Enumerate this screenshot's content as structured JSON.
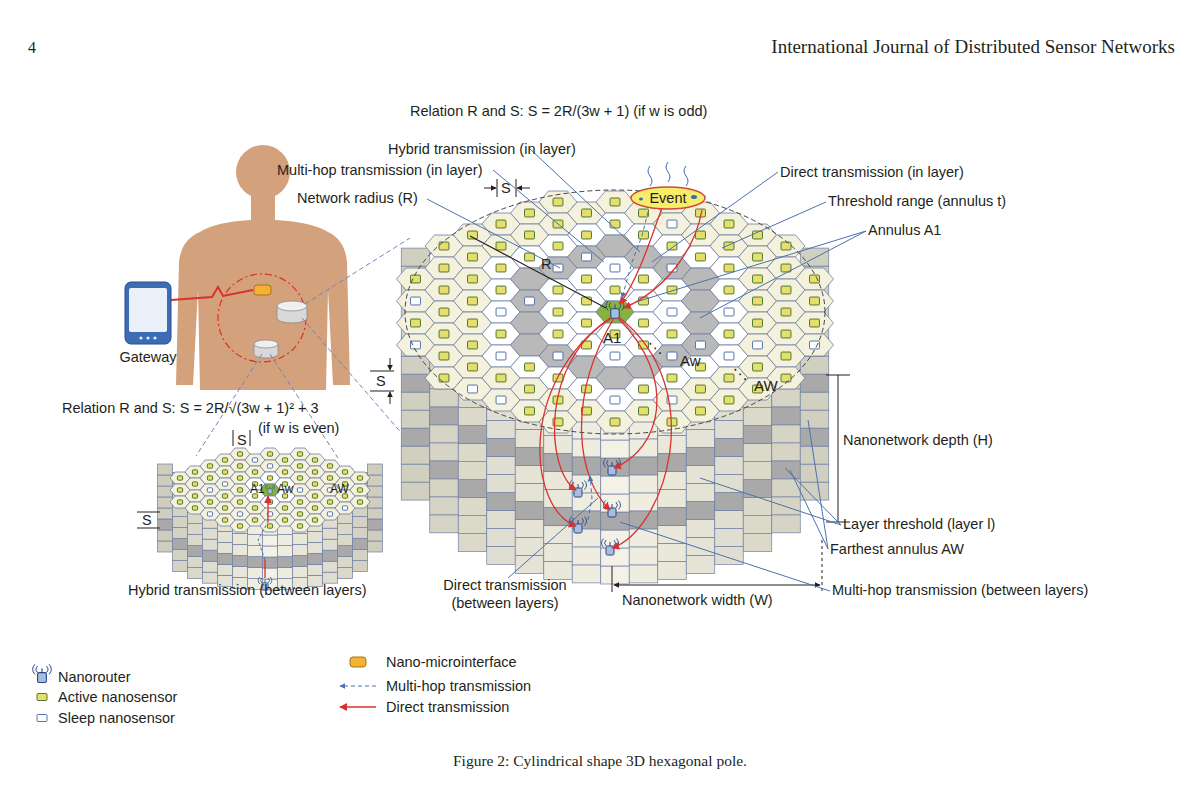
{
  "diagram": {
    "caption": "Figure 2: Cylindrical shape 3D hexagonal pole.",
    "nodes": [
      {
        "text": [
          "Event"
        ]
      },
      {
        "text": [
          "Gateway"
        ]
      }
    ],
    "labels": [
      "4",
      "International Journal of Distributed Sensor Networks",
      "Relation R and S: S = 2R/(3w + 1) (if w is odd)",
      "Hybrid transmission (in layer)",
      "Multi-hop transmission (in layer)",
      "S",
      "Network radius (R)",
      "Direct transmission (in layer)",
      "Threshold range (annulus t)",
      "Annulus A1",
      "R",
      "A1",
      "⋱",
      "Aw",
      "⋱",
      "AW",
      "S",
      "Relation R and S: S = 2R/√(3w + 1)² + 3",
      "(if w is even)",
      "S",
      "A1",
      "Aw",
      "AW",
      "S",
      "Nanonetwork depth (H)",
      "Layer threshold (layer l)",
      "Farthest annulus AW",
      "Hybrid transmission (between layers)",
      "Direct transmission (between layers)",
      "Nanonetwork width (W)",
      "Multi-hop transmission (between layers)"
    ],
    "legend": [
      {
        "text": "Nanorouter"
      },
      {
        "text": "Active nanosensor"
      },
      {
        "text": "Sleep nanosensor"
      },
      {
        "text": "Nano-microinterface"
      },
      {
        "text": "Multi-hop transmission"
      },
      {
        "text": "Direct transmission"
      }
    ]
  }
}
